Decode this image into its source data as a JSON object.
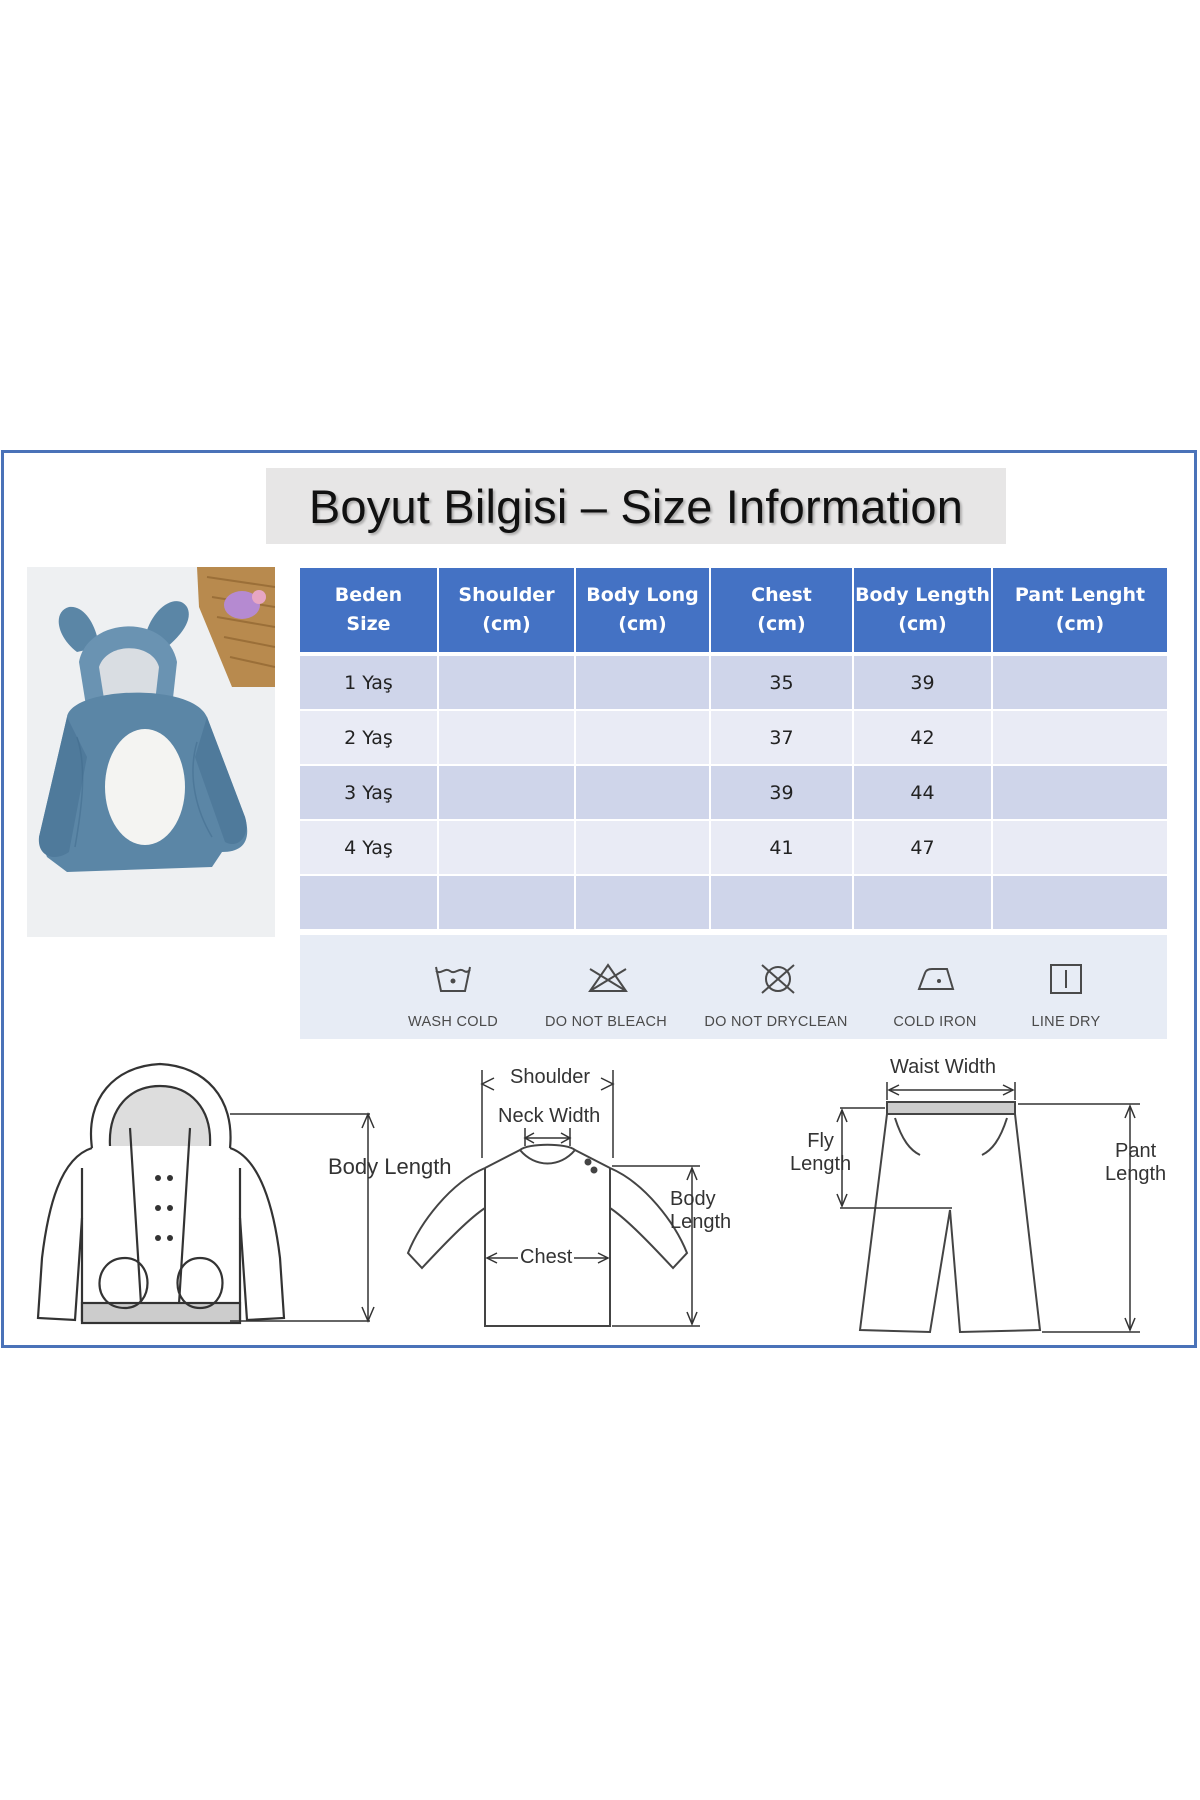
{
  "title": "Boyut Bilgisi – Size Information",
  "table": {
    "headers": [
      "Beden\nSize",
      "Shoulder\n(cm)",
      "Body Long\n(cm)",
      "Chest\n(cm)",
      "Body Length\n(cm)",
      "Pant Lenght\n(cm)"
    ],
    "rows": [
      [
        "1 Yaş",
        "",
        "",
        "35",
        "39",
        ""
      ],
      [
        "2 Yaş",
        "",
        "",
        "37",
        "42",
        ""
      ],
      [
        "3 Yaş",
        "",
        "",
        "39",
        "44",
        ""
      ],
      [
        "4 Yaş",
        "",
        "",
        "41",
        "47",
        ""
      ],
      [
        "",
        "",
        "",
        "",
        "",
        ""
      ]
    ]
  },
  "care": [
    {
      "label": "WASH COLD",
      "icon": "wash-cold-icon"
    },
    {
      "label": "DO NOT BLEACH",
      "icon": "do-not-bleach-icon"
    },
    {
      "label": "DO NOT DRYCLEAN",
      "icon": "do-not-dryclean-icon"
    },
    {
      "label": "COLD IRON",
      "icon": "cold-iron-icon"
    },
    {
      "label": "LINE DRY",
      "icon": "line-dry-icon"
    }
  ],
  "diagrams": {
    "jacket": {
      "body_length": "Body\nLength"
    },
    "top": {
      "shoulder": "Shoulder",
      "neck_width": "Neck Width",
      "chest": "Chest",
      "body_length": "Body\nLength"
    },
    "pants": {
      "waist_width": "Waist Width",
      "fly_length": "Fly\nLength",
      "pant_length": "Pant\nLength"
    }
  },
  "colors": {
    "accent": "#4472c4",
    "frame": "#4a72b8",
    "row_dark": "#cfd5ea",
    "row_light": "#e9ebf5",
    "jacket_fur": "#5b86a6"
  }
}
